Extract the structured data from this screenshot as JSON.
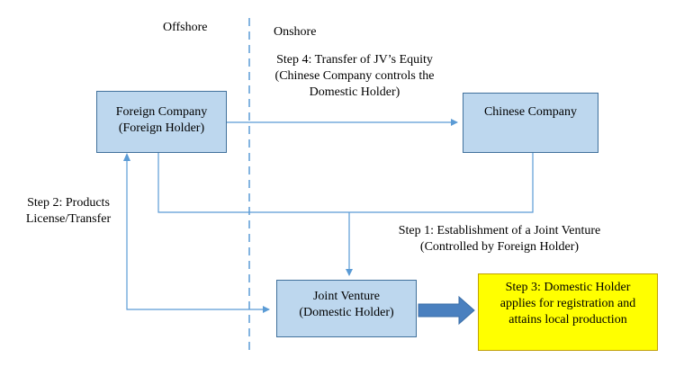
{
  "regions": {
    "offshore": "Offshore",
    "onshore": "Onshore"
  },
  "boxes": {
    "foreign_company": [
      "Foreign Company",
      "(Foreign Holder)"
    ],
    "chinese_company": [
      "Chinese Company"
    ],
    "joint_venture": [
      "Joint Venture",
      "(Domestic Holder)"
    ],
    "step3": [
      "Step 3: Domestic Holder",
      "applies for registration and",
      "attains local production"
    ]
  },
  "steps": {
    "step1": [
      "Step 1: Establishment of a Joint Venture",
      "(Controlled by Foreign Holder)"
    ],
    "step2": [
      "Step 2: Products",
      "License/Transfer"
    ],
    "step4": [
      "Step 4: Transfer of JV’s Equity",
      "(Chinese Company controls the",
      "Domestic Holder)"
    ]
  },
  "colors": {
    "box_fill": "#bdd7ee",
    "box_border": "#41719c",
    "connector": "#5b9bd5",
    "highlight_fill": "#ffff00",
    "divider": "#5b9bd5"
  }
}
